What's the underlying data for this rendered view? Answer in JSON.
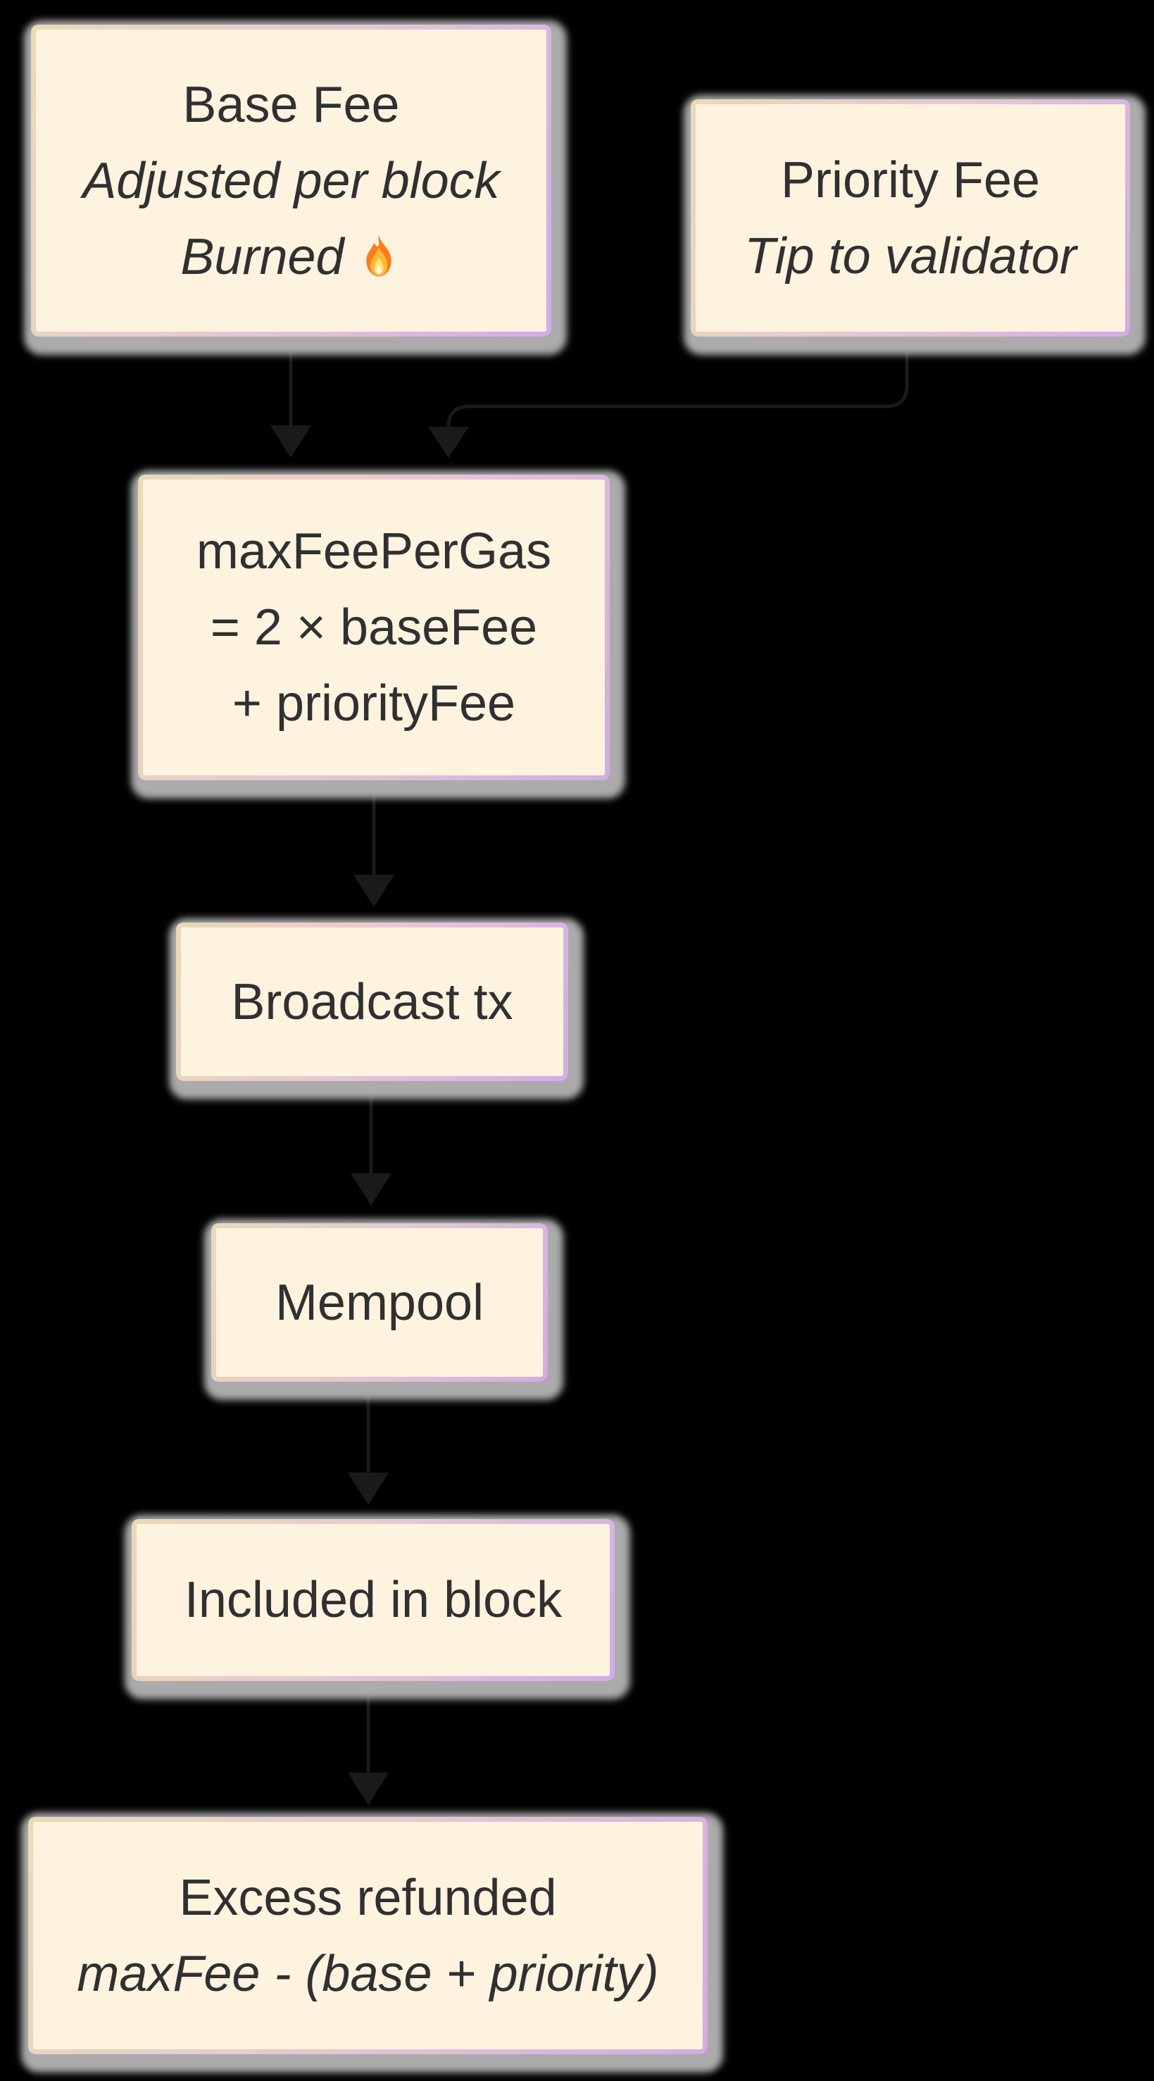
{
  "diagram": {
    "background_color": "#000000",
    "node_fill_color": "#FDF3DF",
    "node_border_gradient": [
      "#E9DAB6",
      "#E5C9D3",
      "#D2ACE5"
    ],
    "node_shadow_color": "#ABABAB",
    "connector_color": "#1A1A1A",
    "text_color": "#303030",
    "icons": {
      "fire_icon_glyph": "🔥"
    },
    "nodes": [
      {
        "id": "base-fee",
        "lines": [
          {
            "text": "Base Fee",
            "style": "regular"
          },
          {
            "text": "Adjusted per block",
            "style": "italic"
          },
          {
            "text": "Burned",
            "style": "italic",
            "icon": "fire-icon",
            "icon_glyph": "🔥"
          }
        ]
      },
      {
        "id": "priority-fee",
        "lines": [
          {
            "text": "Priority Fee",
            "style": "regular"
          },
          {
            "text": "Tip to validator",
            "style": "italic"
          }
        ]
      },
      {
        "id": "max-fee-per-gas",
        "lines": [
          {
            "text": "maxFeePerGas",
            "style": "regular"
          },
          {
            "text": "= 2 × baseFee",
            "style": "regular"
          },
          {
            "text": "+ priorityFee",
            "style": "regular"
          }
        ]
      },
      {
        "id": "broadcast-tx",
        "lines": [
          {
            "text": "Broadcast tx",
            "style": "regular"
          }
        ]
      },
      {
        "id": "mempool",
        "lines": [
          {
            "text": "Mempool",
            "style": "regular"
          }
        ]
      },
      {
        "id": "included-in-block",
        "lines": [
          {
            "text": "Included in block",
            "style": "regular"
          }
        ]
      },
      {
        "id": "excess-refunded",
        "lines": [
          {
            "text": "Excess refunded",
            "style": "regular"
          },
          {
            "text": "maxFee - (base + priority)",
            "style": "italic"
          }
        ]
      }
    ],
    "edges": [
      {
        "from": "base-fee",
        "to": "max-fee-per-gas"
      },
      {
        "from": "priority-fee",
        "to": "max-fee-per-gas"
      },
      {
        "from": "max-fee-per-gas",
        "to": "broadcast-tx"
      },
      {
        "from": "broadcast-tx",
        "to": "mempool"
      },
      {
        "from": "mempool",
        "to": "included-in-block"
      },
      {
        "from": "included-in-block",
        "to": "excess-refunded"
      }
    ]
  }
}
